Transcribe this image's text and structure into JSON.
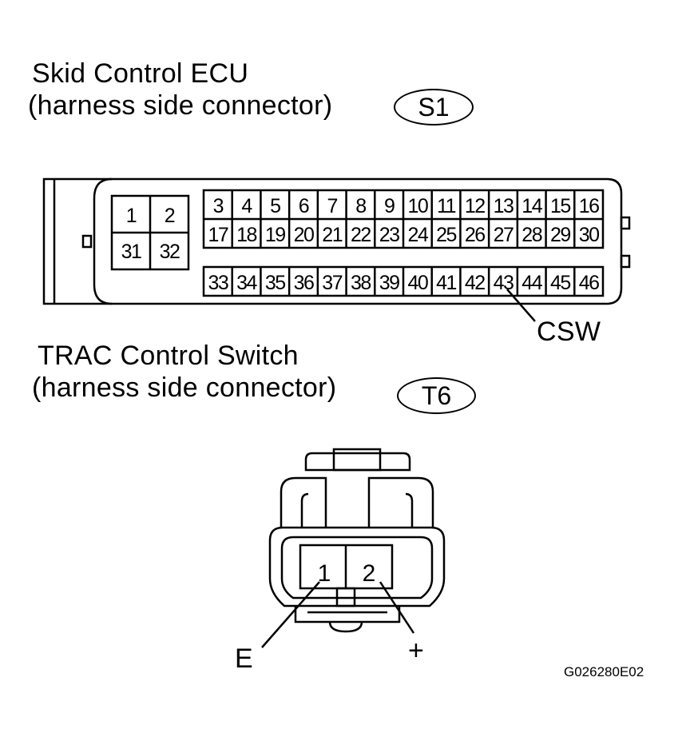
{
  "ecu": {
    "title": "Skid Control ECU",
    "subtitle": "(harness side connector)",
    "code": "S1",
    "pins_left_top": [
      "1",
      "2"
    ],
    "pins_left_bottom": [
      "31",
      "32"
    ],
    "pins_row1": [
      "3",
      "4",
      "5",
      "6",
      "7",
      "8",
      "9",
      "10",
      "11",
      "12",
      "13",
      "14",
      "15",
      "16"
    ],
    "pins_row2": [
      "17",
      "18",
      "19",
      "20",
      "21",
      "22",
      "23",
      "24",
      "25",
      "26",
      "27",
      "28",
      "29",
      "30"
    ],
    "pins_row3": [
      "33",
      "34",
      "35",
      "36",
      "37",
      "38",
      "39",
      "40",
      "41",
      "42",
      "43",
      "44",
      "45",
      "46"
    ],
    "callout_label": "CSW"
  },
  "sw": {
    "title": "TRAC Control Switch",
    "subtitle": "(harness side connector)",
    "code": "T6",
    "pins": [
      "1",
      "2"
    ],
    "callout_left": "E",
    "callout_right": "+"
  },
  "figure_ref": "G026280E02"
}
